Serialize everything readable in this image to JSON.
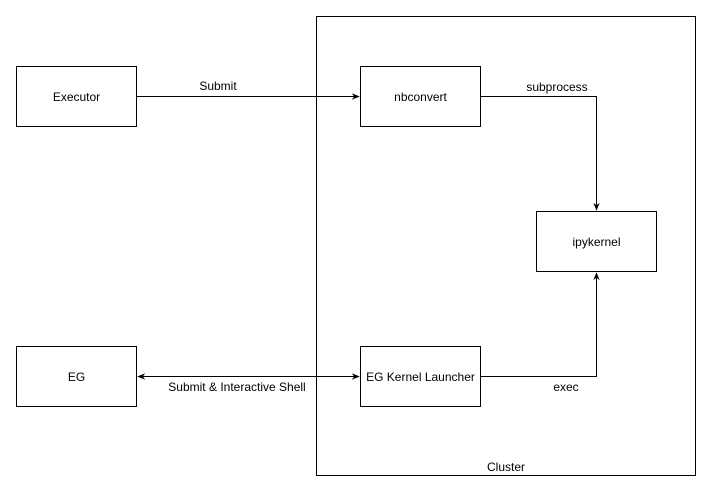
{
  "diagram": {
    "cluster": {
      "label": "Cluster"
    },
    "nodes": {
      "executor": {
        "label": "Executor"
      },
      "eg": {
        "label": "EG"
      },
      "nbconvert": {
        "label": "nbconvert"
      },
      "eg_kernel_launcher": {
        "label": "EG Kernel Launcher"
      },
      "ipykernel": {
        "label": "ipykernel"
      }
    },
    "edges": {
      "submit": {
        "label": "Submit"
      },
      "submit_interactive": {
        "label": "Submit & Interactive Shell"
      },
      "subprocess": {
        "label": "subprocess"
      },
      "exec": {
        "label": "exec"
      }
    }
  }
}
